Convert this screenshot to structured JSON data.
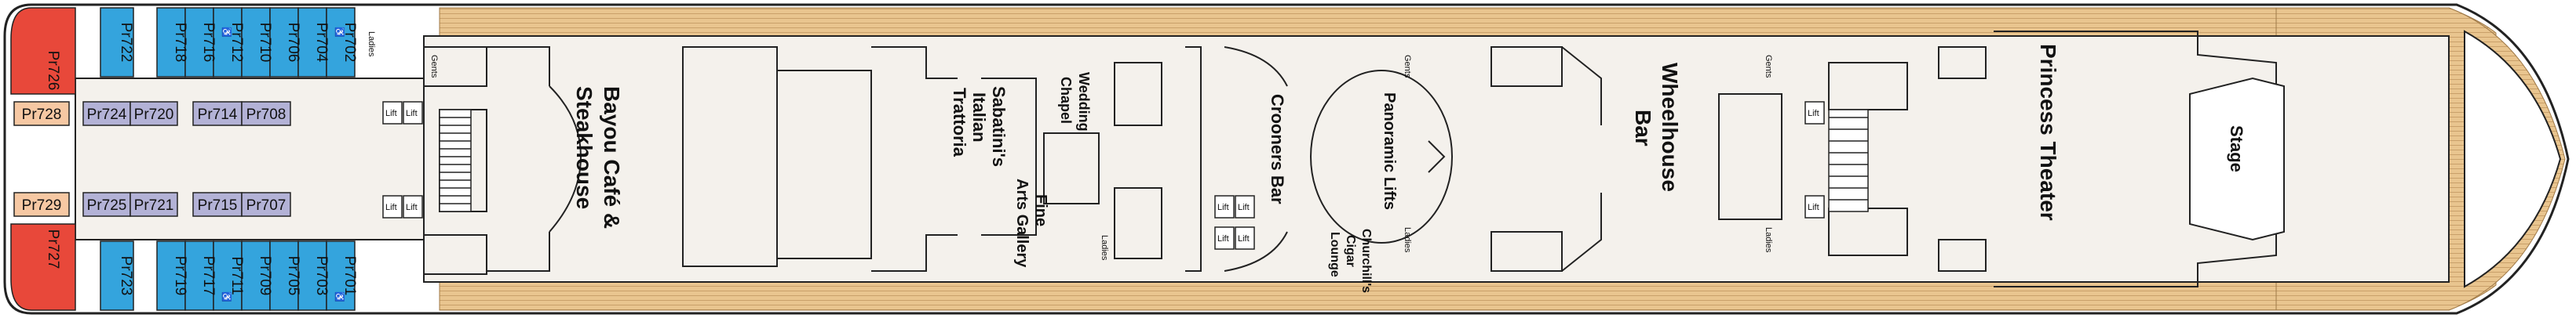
{
  "deck": {
    "colors": {
      "teak": "#e9c58f",
      "teak_line": "#c9a06a",
      "interior": "#f4f1ec",
      "wall": "#222222",
      "cabin_blue": "#34a4dd",
      "cabin_red": "#e8483a",
      "cabin_lavender": "#b3b2d6",
      "cabin_orange": "#f6c8a3"
    },
    "venues": [
      {
        "id": "bayou",
        "lines": [
          "Bayou Café &",
          "Steakhouse"
        ]
      },
      {
        "id": "sabatini",
        "lines": [
          "Sabatini's",
          "Italian",
          "Trattoria"
        ]
      },
      {
        "id": "wedding",
        "lines": [
          "Wedding",
          "Chapel"
        ]
      },
      {
        "id": "fine-arts",
        "lines": [
          "Fine",
          "Arts Gallery"
        ]
      },
      {
        "id": "crooners",
        "lines": [
          "Crooners Bar"
        ]
      },
      {
        "id": "panoramic",
        "lines": [
          "Panoramic Lifts"
        ]
      },
      {
        "id": "churchills",
        "lines": [
          "Churchill's",
          "Cigar",
          "Lounge"
        ]
      },
      {
        "id": "wheelhouse",
        "lines": [
          "Wheelhouse",
          "Bar"
        ]
      },
      {
        "id": "princess",
        "lines": [
          "Princess Theater"
        ]
      },
      {
        "id": "stage",
        "lines": [
          "Stage"
        ]
      }
    ],
    "facilities": {
      "gents": "Gents",
      "ladies": "Ladies",
      "lift": "Lift",
      "access_symbol": "♿"
    },
    "cabins_top": [
      "Pr722",
      "Pr718",
      "Pr716",
      "Pr712",
      "Pr710",
      "Pr706",
      "Pr704",
      "Pr702"
    ],
    "cabins_bottom": [
      "Pr723",
      "Pr719",
      "Pr717",
      "Pr711",
      "Pr709",
      "Pr705",
      "Pr703",
      "Pr701"
    ],
    "cabins_red": [
      "Pr726",
      "Pr727"
    ],
    "cabins_orange": [
      "Pr728",
      "Pr729"
    ],
    "cabins_inner_top": [
      "Pr724",
      "Pr720",
      "Pr714",
      "Pr708"
    ],
    "cabins_inner_bottom": [
      "Pr725",
      "Pr721",
      "Pr715",
      "Pr707"
    ]
  }
}
